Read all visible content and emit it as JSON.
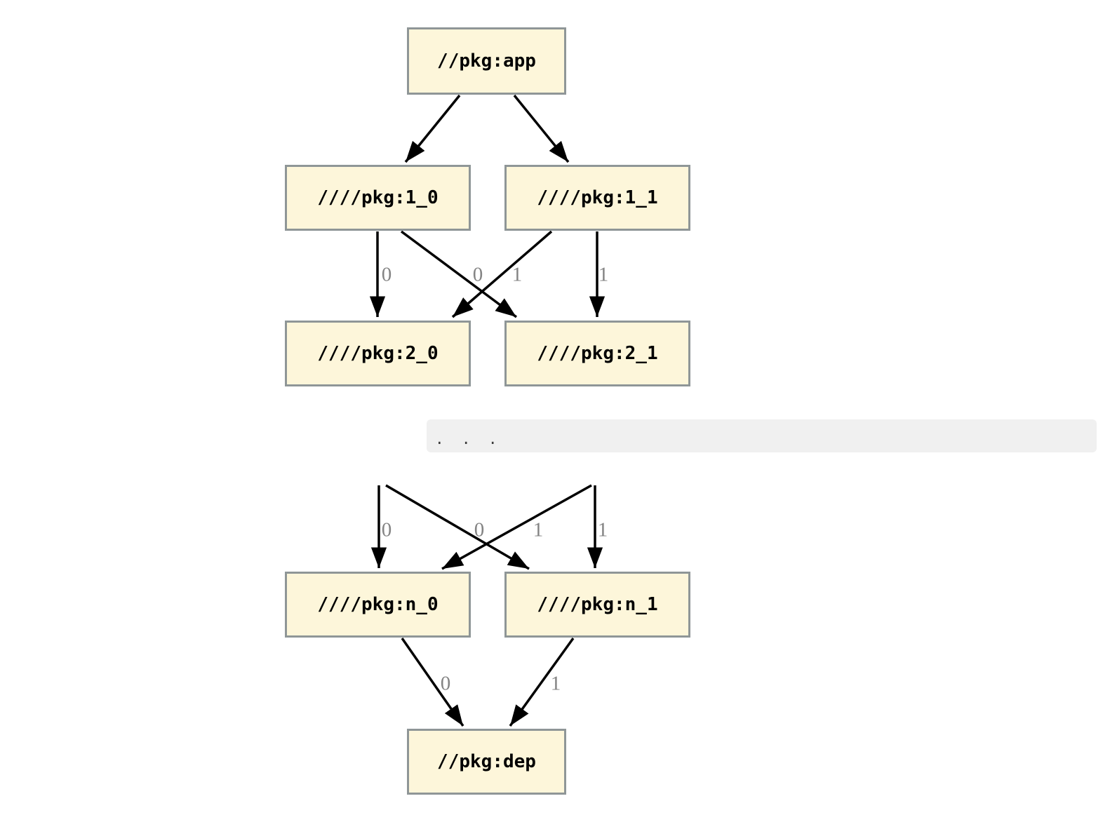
{
  "graph": {
    "colors": {
      "background": "#ffffff",
      "node_fill": "#fdf6da",
      "node_border": "#8f9697",
      "edge": "#000000",
      "edge_label": "#848484",
      "ellipsis_bg": "#f0f0f0",
      "ellipsis_text": "#3a3a3a"
    },
    "nodes": [
      {
        "id": "app",
        "label": "//pkg:app"
      },
      {
        "id": "1_0",
        "label": "////pkg:1_0"
      },
      {
        "id": "1_1",
        "label": "////pkg:1_1"
      },
      {
        "id": "2_0",
        "label": "////pkg:2_0"
      },
      {
        "id": "2_1",
        "label": "////pkg:2_1"
      },
      {
        "id": "n_0",
        "label": "////pkg:n_0"
      },
      {
        "id": "n_1",
        "label": "////pkg:n_1"
      },
      {
        "id": "dep",
        "label": "//pkg:dep"
      }
    ],
    "edge_labels": [
      {
        "text": "0"
      },
      {
        "text": "0"
      },
      {
        "text": "1"
      },
      {
        "text": "1"
      },
      {
        "text": "0"
      },
      {
        "text": "0"
      },
      {
        "text": "1"
      },
      {
        "text": "1"
      },
      {
        "text": "0"
      },
      {
        "text": "1"
      }
    ],
    "ellipsis": ".  .  ."
  }
}
